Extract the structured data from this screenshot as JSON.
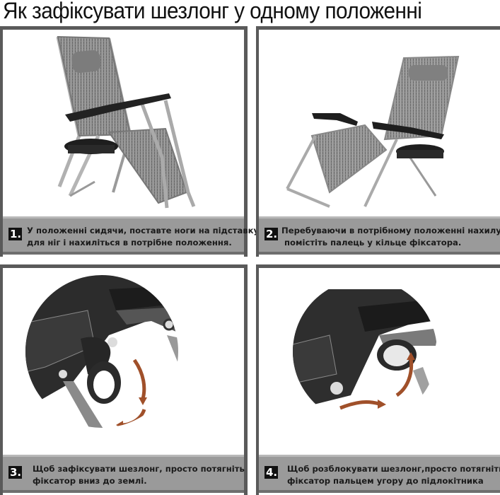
{
  "title": "Як зафіксувати шезлонг у одному положенні",
  "steps": [
    {
      "number": "1.",
      "lines": [
        "У положенні сидячи, поставте ноги на підставку",
        "для ніг і нахиліться в потрібне положення."
      ],
      "image": "reclining-chair-upright"
    },
    {
      "number": "2.",
      "lines": [
        "Перебуваючи в потрібному положенні нахилу,",
        " помістіть палець у кільце фіксатора."
      ],
      "image": "reclining-chair-reclined"
    },
    {
      "number": "3.",
      "lines": [
        "Щоб зафіксувати шезлонг, просто потягніть",
        "фіксатор вниз до землі."
      ],
      "image": "lock-lever-closeup-down"
    },
    {
      "number": "4.",
      "lines": [
        "Щоб розблокувати шезлонг,просто потягніть",
        "фіксатор пальцем угору до підлокітника"
      ],
      "image": "lock-lever-closeup-up"
    }
  ],
  "colors": {
    "border": "#5a5a5a",
    "caption_bg": "#9a9a9a",
    "arrow": "#a0502a",
    "number_bg": "#111111"
  }
}
